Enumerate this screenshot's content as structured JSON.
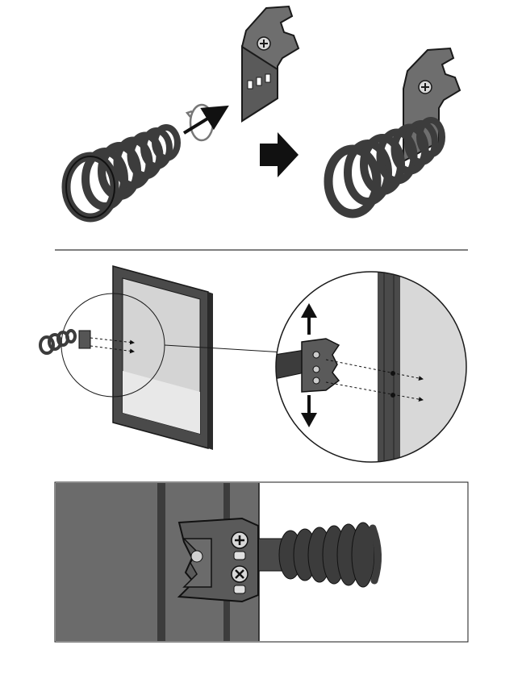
{
  "figure": {
    "steps": [
      {
        "id": "step-1",
        "content": "spring-and-bracket-assembly"
      },
      {
        "id": "step-2",
        "content": "mount-bracket-to-door-frame"
      },
      {
        "id": "step-3",
        "content": "installed-spring-close-up"
      }
    ],
    "colors": {
      "spring": "#3c3c3c",
      "bracket": "#5a5a5a",
      "frame": "#4a4a4a",
      "panel_grey": "#6b6b6b",
      "glass": "#dcdcdc",
      "outline": "#1a1a1a",
      "divider": "#333333"
    },
    "icons": [
      "rotate-arrow-icon",
      "insert-arrow-icon",
      "next-step-arrow-icon",
      "up-arrow-icon",
      "down-arrow-icon",
      "screw-icon"
    ]
  }
}
